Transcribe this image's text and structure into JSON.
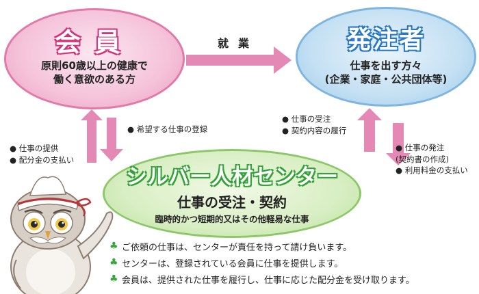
{
  "member": {
    "title": "会員",
    "line1": "原則60歳以上の健康で",
    "line2": "働く意欲のある方"
  },
  "client": {
    "title": "発注者",
    "line1": "仕事を出す方々",
    "line2": "(企業・家庭・公共団体等)"
  },
  "center": {
    "title": "シルバー人材センター",
    "line1": "仕事の受注・契約",
    "line2": "臨時的かつ短期的又はその他軽易な仕事"
  },
  "top_arrow_label": "就業",
  "member_to_center": [
    "希望する仕事の登録"
  ],
  "center_to_member": [
    "仕事の提供",
    "配分金の支払い"
  ],
  "center_to_client": [
    "仕事の受注",
    "契約内容の履行"
  ],
  "client_to_center": [
    "仕事の発注",
    "(契約書の作成)",
    "利用料金の支払い"
  ],
  "notes": [
    "ご依頼の仕事は、センターが責任を持って請け負います。",
    "センターは、登録されている会員に仕事を提供します。",
    "会員は、提供された仕事を履行し、仕事に応じた配分金を受け取ります。"
  ],
  "colors": {
    "member": "#e17aa8",
    "client": "#7fb5df",
    "center": "#8cc869",
    "arrow": "#e489b5",
    "clover": "#3aa23e"
  },
  "icons": {
    "note_bullet": "clover-icon",
    "list_bullet": "bullet-icon"
  }
}
